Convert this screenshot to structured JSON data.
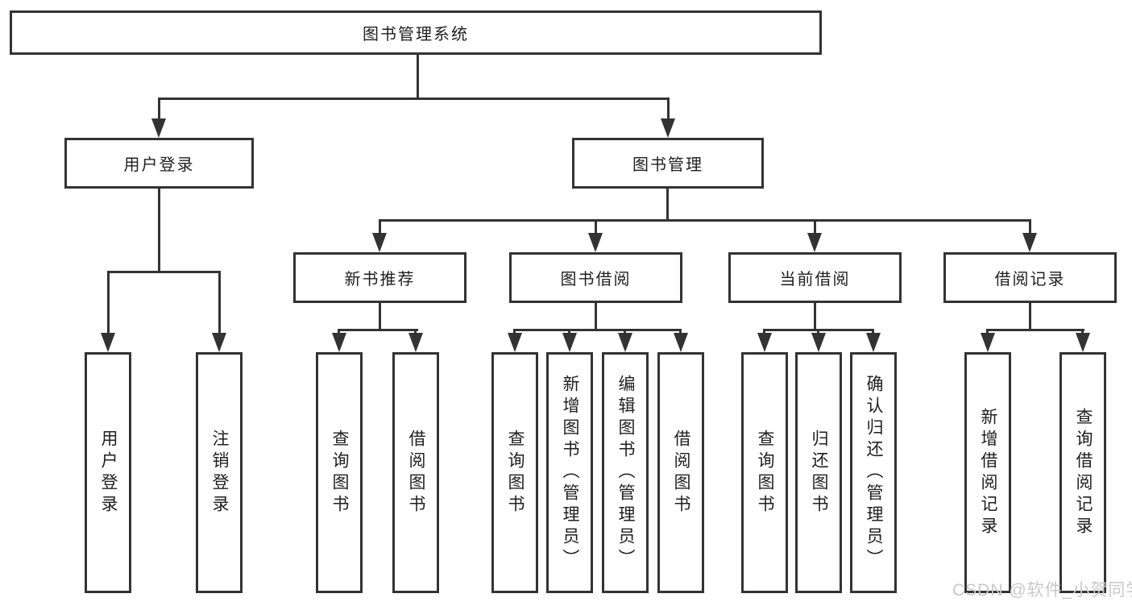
{
  "diagram_title": "图书管理系统",
  "tree": {
    "label": "图书管理系统",
    "children": [
      {
        "label": "用户登录",
        "children": [
          {
            "label": "用户登录"
          },
          {
            "label": "注销登录"
          }
        ]
      },
      {
        "label": "图书管理",
        "children": [
          {
            "label": "新书推荐",
            "children": [
              {
                "label": "查询图书"
              },
              {
                "label": "借阅图书"
              }
            ]
          },
          {
            "label": "图书借阅",
            "children": [
              {
                "label": "查询图书"
              },
              {
                "label": "新增图书（管理员）"
              },
              {
                "label": "编辑图书（管理员）"
              },
              {
                "label": "借阅图书"
              }
            ]
          },
          {
            "label": "当前借阅",
            "children": [
              {
                "label": "查询图书"
              },
              {
                "label": "归还图书"
              },
              {
                "label": "确认归还（管理员）"
              }
            ]
          },
          {
            "label": "借阅记录",
            "children": [
              {
                "label": "新增借阅记录"
              },
              {
                "label": "查询借阅记录"
              }
            ]
          }
        ]
      }
    ]
  },
  "watermark": "CSDN @软件_小贺同学",
  "colors": {
    "line": "#333333",
    "box_border": "#333333",
    "text": "#1f1f1f",
    "watermark": "#c9c9c9",
    "background": "#ffffff"
  }
}
